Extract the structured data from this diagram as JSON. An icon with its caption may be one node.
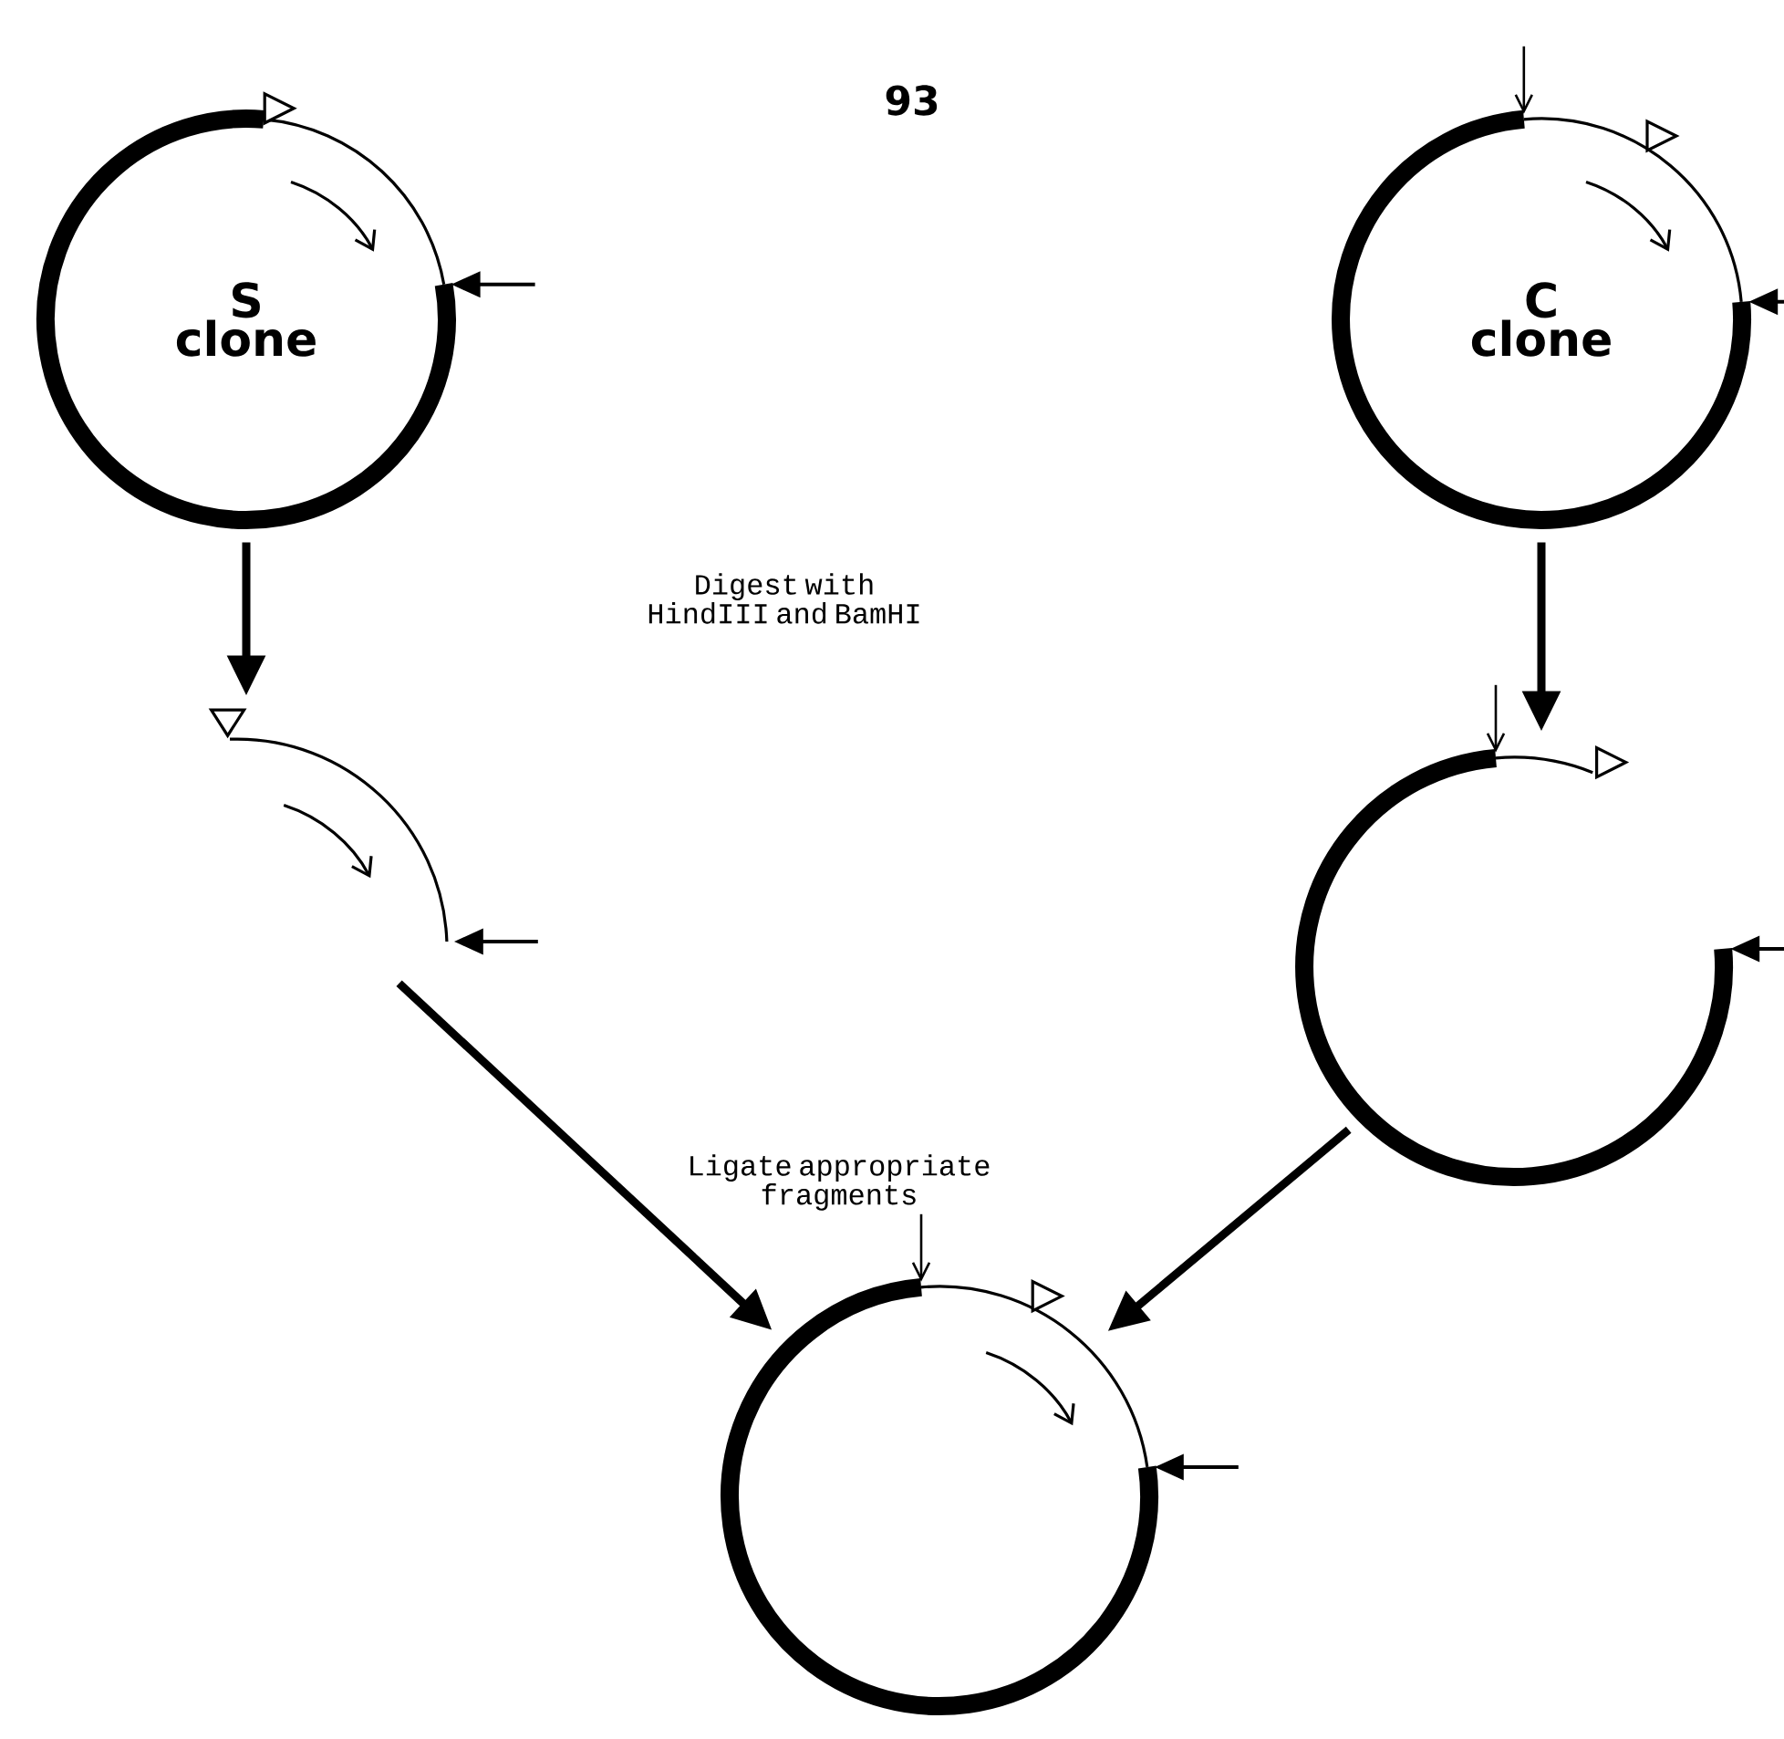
{
  "diagram": {
    "nodes": [
      {
        "text": [
          "S clone"
        ]
      },
      {
        "text": [
          "C clone"
        ]
      },
      {
        "text": [],
        "shape": "arc"
      },
      {
        "text": [],
        "shape": "circle"
      },
      {
        "text": [],
        "shape": "circle"
      }
    ],
    "edges": [
      {
        "from": 0,
        "to": 2,
        "arrow": "to"
      },
      {
        "from": 1,
        "to": 3,
        "arrow": "to"
      },
      {
        "from": 2,
        "to": 4,
        "arrow": "to"
      },
      {
        "from": 3,
        "to": 4,
        "arrow": "to"
      }
    ],
    "labels": [
      "93",
      "Digest with HindIII and BamHI",
      "Ligate appropriate fragments"
    ]
  }
}
